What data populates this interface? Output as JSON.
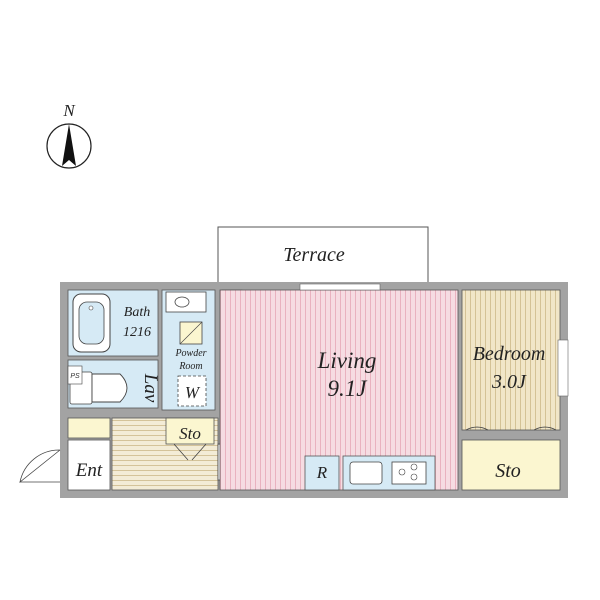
{
  "compass": {
    "label": "N"
  },
  "rooms": {
    "terrace": "Terrace",
    "bath": {
      "name": "Bath",
      "size": "1216"
    },
    "powder": {
      "line1": "Powder",
      "line2": "Room"
    },
    "washer": "W",
    "lav": "Lav",
    "storage_entry": "Sto",
    "entry": "Ent",
    "living": {
      "name": "Living",
      "size": "9.1J"
    },
    "refrigerator": "R",
    "bedroom": {
      "name": "Bedroom",
      "size": "3.0J"
    },
    "storage_bedroom": "Sto",
    "pipe_space": "PS"
  },
  "colors": {
    "wall": "#a3a3a3",
    "wet_area": "#d6eaf5",
    "living_floor": "#f6dce2",
    "bedroom_floor": "#f1e6c8",
    "storage": "#fbf6d0",
    "kitchen": "#d6eaf5",
    "entry_floor": "#ffffff"
  }
}
